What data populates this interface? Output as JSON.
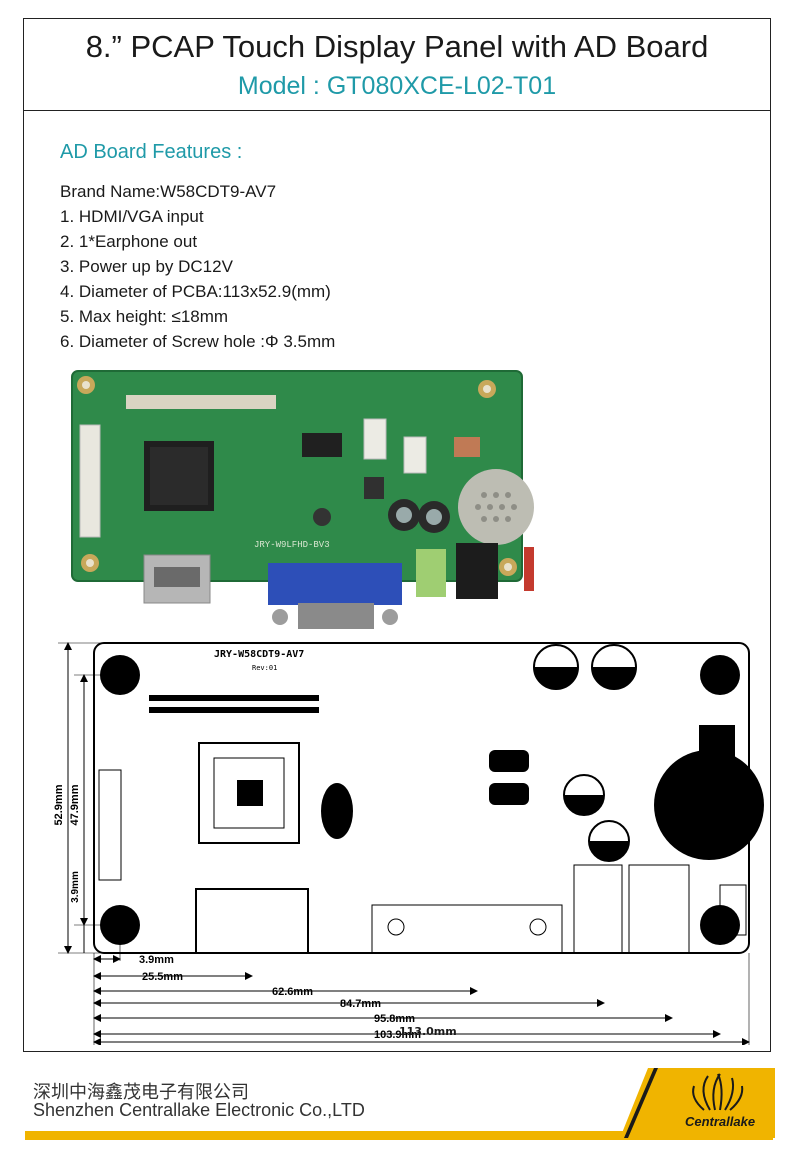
{
  "header": {
    "title": "8.” PCAP Touch Display Panel with AD Board",
    "model": "Model : GT080XCE-L02-T01"
  },
  "features": {
    "heading": "AD Board Features :",
    "items": [
      "Brand Name:W58CDT9-AV7",
      "1. HDMI/VGA input",
      "2. 1*Earphone out",
      "3. Power up by DC12V",
      "4. Diameter of PCBA:113x52.9(mm)",
      "5. Max  height: ≤18mm",
      "6. Diameter of Screw hole :Φ 3.5mm"
    ]
  },
  "drawing": {
    "board_label": "JRY-W58CDT9-AV7",
    "board_rev": "Rev:01",
    "v_dims": [
      "52.9mm",
      "47.9mm",
      "3.9mm"
    ],
    "h_dims": [
      "3.9mm",
      "25.5mm",
      "62.6mm",
      "84.7mm",
      "95.8mm",
      "103.9mm",
      "113.0mm"
    ]
  },
  "photo": {
    "silk_label": "JRY-W9LFHD-BV3"
  },
  "footer": {
    "company_cn": "深圳中海鑫茂电子有限公司",
    "company_en": "Shenzhen Centrallake Electronic Co.,LTD",
    "logo_text": "Centrallake"
  },
  "colors": {
    "accent": "#1f9aa8",
    "footer_bar": "#f0b400",
    "pcb_green": "#2f8a4a",
    "vga_blue": "#2d4fb8"
  }
}
